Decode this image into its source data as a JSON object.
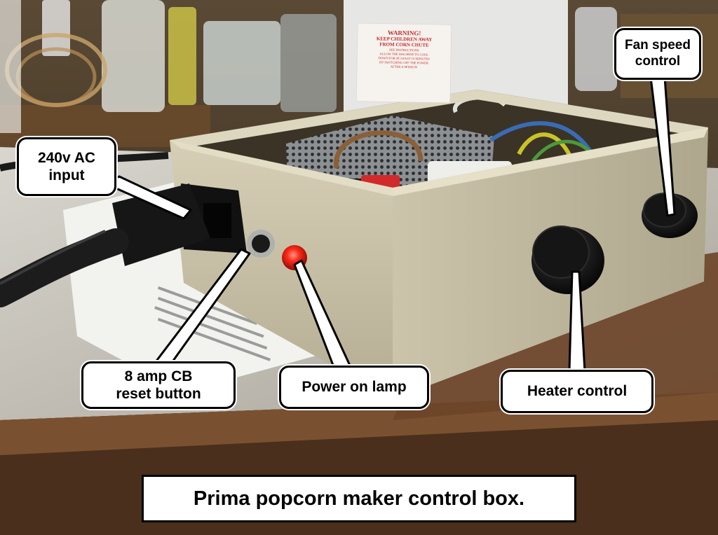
{
  "caption": "Prima popcorn maker control box.",
  "callouts": {
    "ac_input": [
      "240v AC",
      "input"
    ],
    "cb_reset": [
      "8 amp CB",
      "reset button"
    ],
    "power_lamp": "Power on lamp",
    "heater": "Heater control",
    "fan_speed": [
      "Fan speed",
      "control"
    ]
  },
  "warning_sign": {
    "heading": "WARNING!",
    "lines": [
      "KEEP CHILDREN AWAY",
      "FROM CORN CHUTE"
    ],
    "small_lines": [
      "SEE INSTRUCTIONS",
      "ALLOW THE MACHINE TO COOL",
      "DOWN FOR AT LEAST 10 MINUTES",
      "BY SWITCHING OFF THE POWER",
      "AFTER A SESSION"
    ]
  },
  "colors": {
    "box": "#cfc8b0",
    "lamp": "#ff2a1a",
    "table": "#c9c4b8",
    "wood": "#5c3b22",
    "callout_border": "#000000"
  }
}
